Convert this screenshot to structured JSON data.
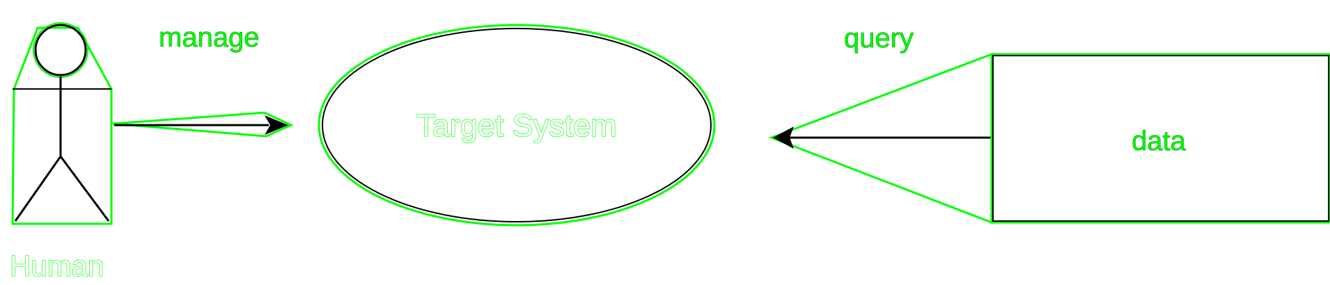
{
  "diagram": {
    "actor": {
      "label": "Human"
    },
    "system": {
      "label": "Target System"
    },
    "entity": {
      "label": "data"
    },
    "edges": {
      "manage": {
        "label": "manage"
      },
      "query": {
        "label": "query"
      }
    }
  },
  "colors": {
    "outline": "#00ff00",
    "ink": "#000000",
    "background": "#ffffff"
  }
}
